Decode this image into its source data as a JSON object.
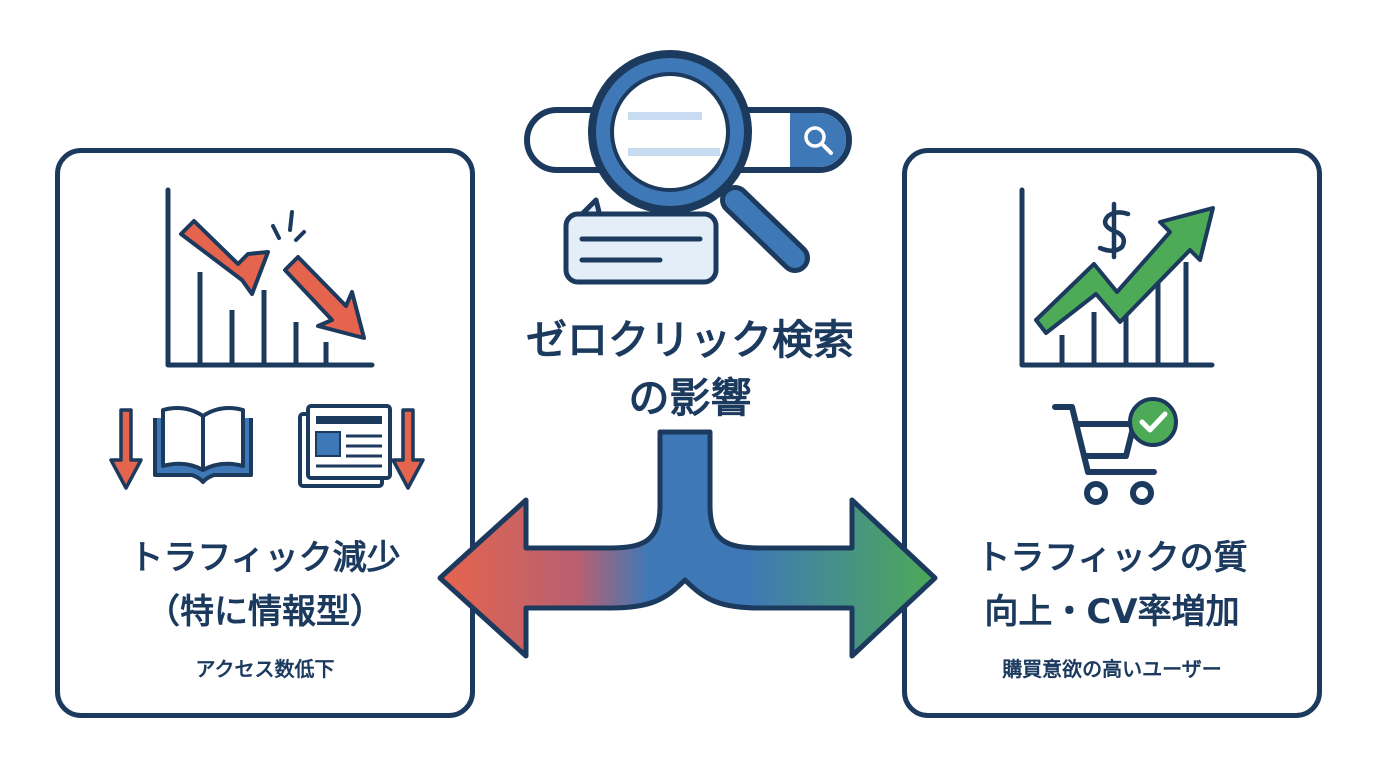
{
  "center": {
    "title_line1": "ゼロクリック検索",
    "title_line2": "の影響"
  },
  "left": {
    "title_line1": "トラフィック減少",
    "title_line2": "（特に情報型）",
    "subtitle": "アクセス数低下"
  },
  "right": {
    "title_line1": "トラフィックの質",
    "title_line2": "向上・CV率増加",
    "subtitle": "購買意欲の高いユーザー"
  },
  "icons": {
    "search_bar": "search-bar-icon",
    "magnifier": "magnifying-glass-icon",
    "speech_bubble": "speech-bubble-icon",
    "declining_chart": "declining-chart-icon",
    "book": "open-book-icon",
    "newspaper": "newspaper-icon",
    "rising_chart": "rising-chart-icon",
    "dollar": "dollar-sign-icon",
    "cart": "shopping-cart-icon",
    "check": "check-circle-icon"
  },
  "colors": {
    "navy": "#1c3a5e",
    "blue": "#3f78b6",
    "light_blue": "#e3eef9",
    "red": "#e5644e",
    "green": "#4daa57"
  }
}
